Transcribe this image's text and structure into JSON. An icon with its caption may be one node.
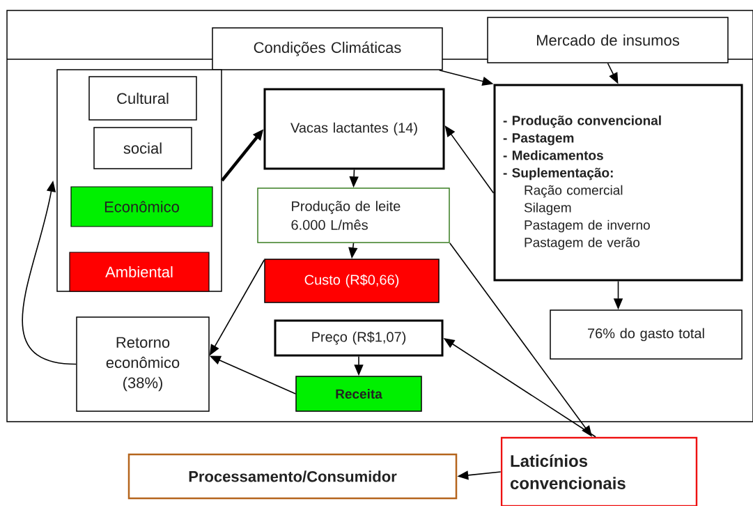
{
  "diagram": {
    "nodes": [
      {
        "text": [
          "Condições Climáticas"
        ]
      },
      {
        "text": [
          "Mercado de insumos"
        ]
      },
      {
        "text": [],
        "shape": "box"
      },
      {
        "text": [
          "Cultural"
        ],
        "in": 2
      },
      {
        "text": [
          "social"
        ],
        "in": 2
      },
      {
        "text": [
          "Econômico"
        ],
        "in": 2
      },
      {
        "text": [
          "Ambiental"
        ],
        "in": 2
      },
      {
        "text": [
          "Vacas lactantes (14)"
        ]
      },
      {
        "text": [
          "Produção de leite 6.000 L/mês"
        ]
      },
      {
        "text": [
          "Custo (R$0,66)"
        ]
      },
      {
        "text": [
          "- Produção convencional",
          "- Pastagem",
          "- Medicamentos",
          "- Suplementação:",
          "Ração comercial",
          "Silagem",
          "Pastagem de inverno",
          "Pastagem de verão"
        ]
      },
      {
        "text": [
          "76% do gasto total"
        ]
      },
      {
        "text": [
          "Retorno econômico (38%)"
        ]
      },
      {
        "text": [
          "Preço (R$1,07)"
        ]
      },
      {
        "text": [
          "Receita"
        ]
      },
      {
        "text": [
          "Processamento/Consumidor"
        ]
      },
      {
        "text": [
          "Laticínios convencionais"
        ]
      }
    ],
    "edges": [
      {
        "from": 0,
        "to": 10,
        "arrow": "to"
      },
      {
        "from": 1,
        "to": 10,
        "arrow": "to"
      },
      {
        "from": 2,
        "to": 7,
        "arrow": "to",
        "style": "thick"
      },
      {
        "from": 7,
        "to": 8,
        "arrow": "to"
      },
      {
        "from": 10,
        "to": 7,
        "arrow": "to"
      },
      {
        "from": 8,
        "to": 9,
        "arrow": "to"
      },
      {
        "from": 10,
        "to": 11,
        "arrow": "to"
      },
      {
        "from": 9,
        "to": 12,
        "arrow": "to"
      },
      {
        "from": 14,
        "to": 12,
        "arrow": "to"
      },
      {
        "from": 13,
        "to": 14,
        "arrow": "to"
      },
      {
        "from": 12,
        "to": 2,
        "arrow": "to"
      },
      {
        "from": 8,
        "to": 16,
        "arrow": "to"
      },
      {
        "from": 16,
        "to": 13,
        "arrow": "to"
      },
      {
        "from": 16,
        "to": 15,
        "arrow": "to"
      }
    ]
  }
}
